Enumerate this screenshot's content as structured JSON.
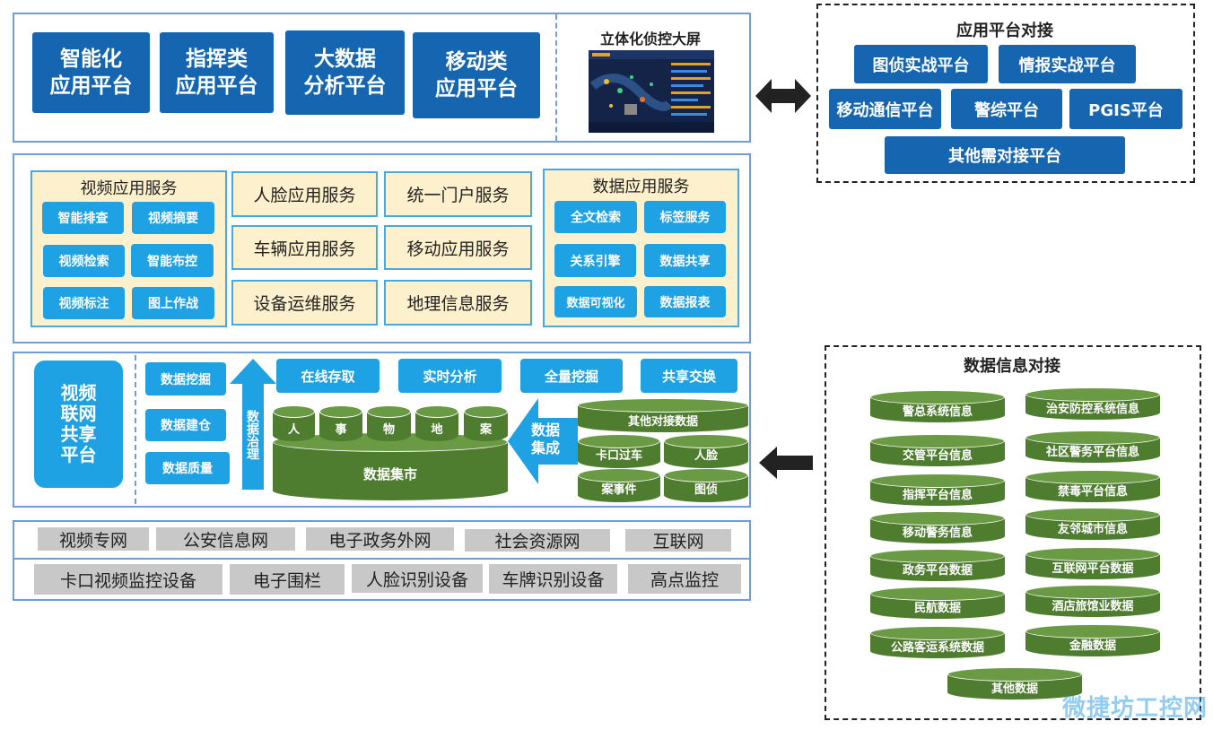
{
  "top": {
    "platforms": [
      "智能化\n应用平台",
      "指挥类\n应用平台",
      "大数据\n分析平台",
      "移动类\n应用平台"
    ],
    "screen_title": "立体化侦控大屏"
  },
  "app_dock": {
    "title": "应用平台对接",
    "items": [
      "图侦实战平台",
      "情报实战平台",
      "移动通信平台",
      "警综平台",
      "PGIS平台",
      "其他需对接平台"
    ]
  },
  "services": {
    "video": {
      "title": "视频应用服务",
      "items": [
        "智能排查",
        "视频摘要",
        "视频检索",
        "智能布控",
        "视频标注",
        "图上作战"
      ]
    },
    "middle": [
      "人脸应用服务",
      "统一门户服务",
      "车辆应用服务",
      "移动应用服务",
      "设备运维服务",
      "地理信息服务"
    ],
    "data": {
      "title": "数据应用服务",
      "items": [
        "全文检索",
        "标签服务",
        "关系引擎",
        "数据共享",
        "数据可视化",
        "数据报表"
      ]
    }
  },
  "data_layer": {
    "platform": "视频\n联网\n共享\n平台",
    "tools": [
      "数据挖掘",
      "数据建仓",
      "数据质量"
    ],
    "governance": "数据治理",
    "ops": [
      "在线存取",
      "实时分析",
      "全量挖掘",
      "共享交换"
    ],
    "mart_items": [
      "人",
      "事",
      "物",
      "地",
      "案"
    ],
    "mart": "数据集市",
    "integration": "数据\n集成",
    "other": "其他对接数据",
    "sources": [
      "卡口过车",
      "人脸",
      "案事件",
      "图侦"
    ]
  },
  "networks": [
    "视频专网",
    "公安信息网",
    "电子政务外网",
    "社会资源网",
    "互联网"
  ],
  "devices": [
    "卡口视频监控设备",
    "电子围栏",
    "人脸识别设备",
    "车牌识别设备",
    "高点监控"
  ],
  "info_dock": {
    "title": "数据信息对接",
    "left": [
      "警总系统信息",
      "交管平台信息",
      "指挥平台信息",
      "移动警务信息",
      "政务平台数据",
      "民航数据",
      "公路客运系统数据"
    ],
    "right": [
      "治安防控系统信息",
      "社区警务平台信息",
      "禁毒平台信息",
      "友邻城市信息",
      "互联网平台数据",
      "酒店旅馆业数据",
      "金融数据"
    ],
    "bottom": "其他数据"
  },
  "watermark": "微捷坊工控网",
  "colors": {
    "dark_blue": "#1565b0",
    "light_blue": "#1ea2e4",
    "green": "#4f7d30",
    "cream": "#fdf0cc",
    "gray": "#c8c8c8"
  }
}
